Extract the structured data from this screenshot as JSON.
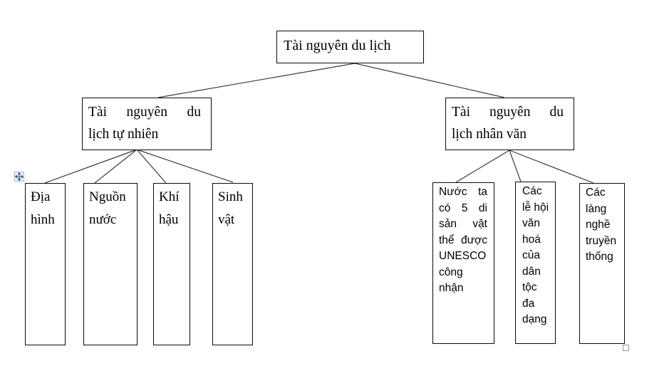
{
  "root": {
    "label": "Tài nguyên du lịch"
  },
  "branch_natural": {
    "lines": [
      "Tài nguyên du",
      "lịch tự nhiên"
    ]
  },
  "branch_cultural": {
    "lines": [
      "Tài nguyên du",
      "lịch nhân văn"
    ]
  },
  "natural_leaves": [
    {
      "label": "Địa hình"
    },
    {
      "label": "Nguồn nước"
    },
    {
      "label": "Khí hậu"
    },
    {
      "label": "Sinh vật"
    }
  ],
  "cultural_leaves": [
    {
      "label": "Nước ta có 5 di sản vật thể được UNESCO công nhận"
    },
    {
      "label": "Các lễ hội văn hoá của dân tộc đa dạng"
    },
    {
      "label": "Các làng nghề truyền thống"
    }
  ],
  "icons": {
    "move_handle": "move-icon",
    "resize_handle": "resize-handle-icon"
  },
  "colors": {
    "box_border": "#0a0a0a",
    "connector_line": "#3d3d3d",
    "move_arrow": "#3c5e93",
    "handle_border": "#909090"
  }
}
